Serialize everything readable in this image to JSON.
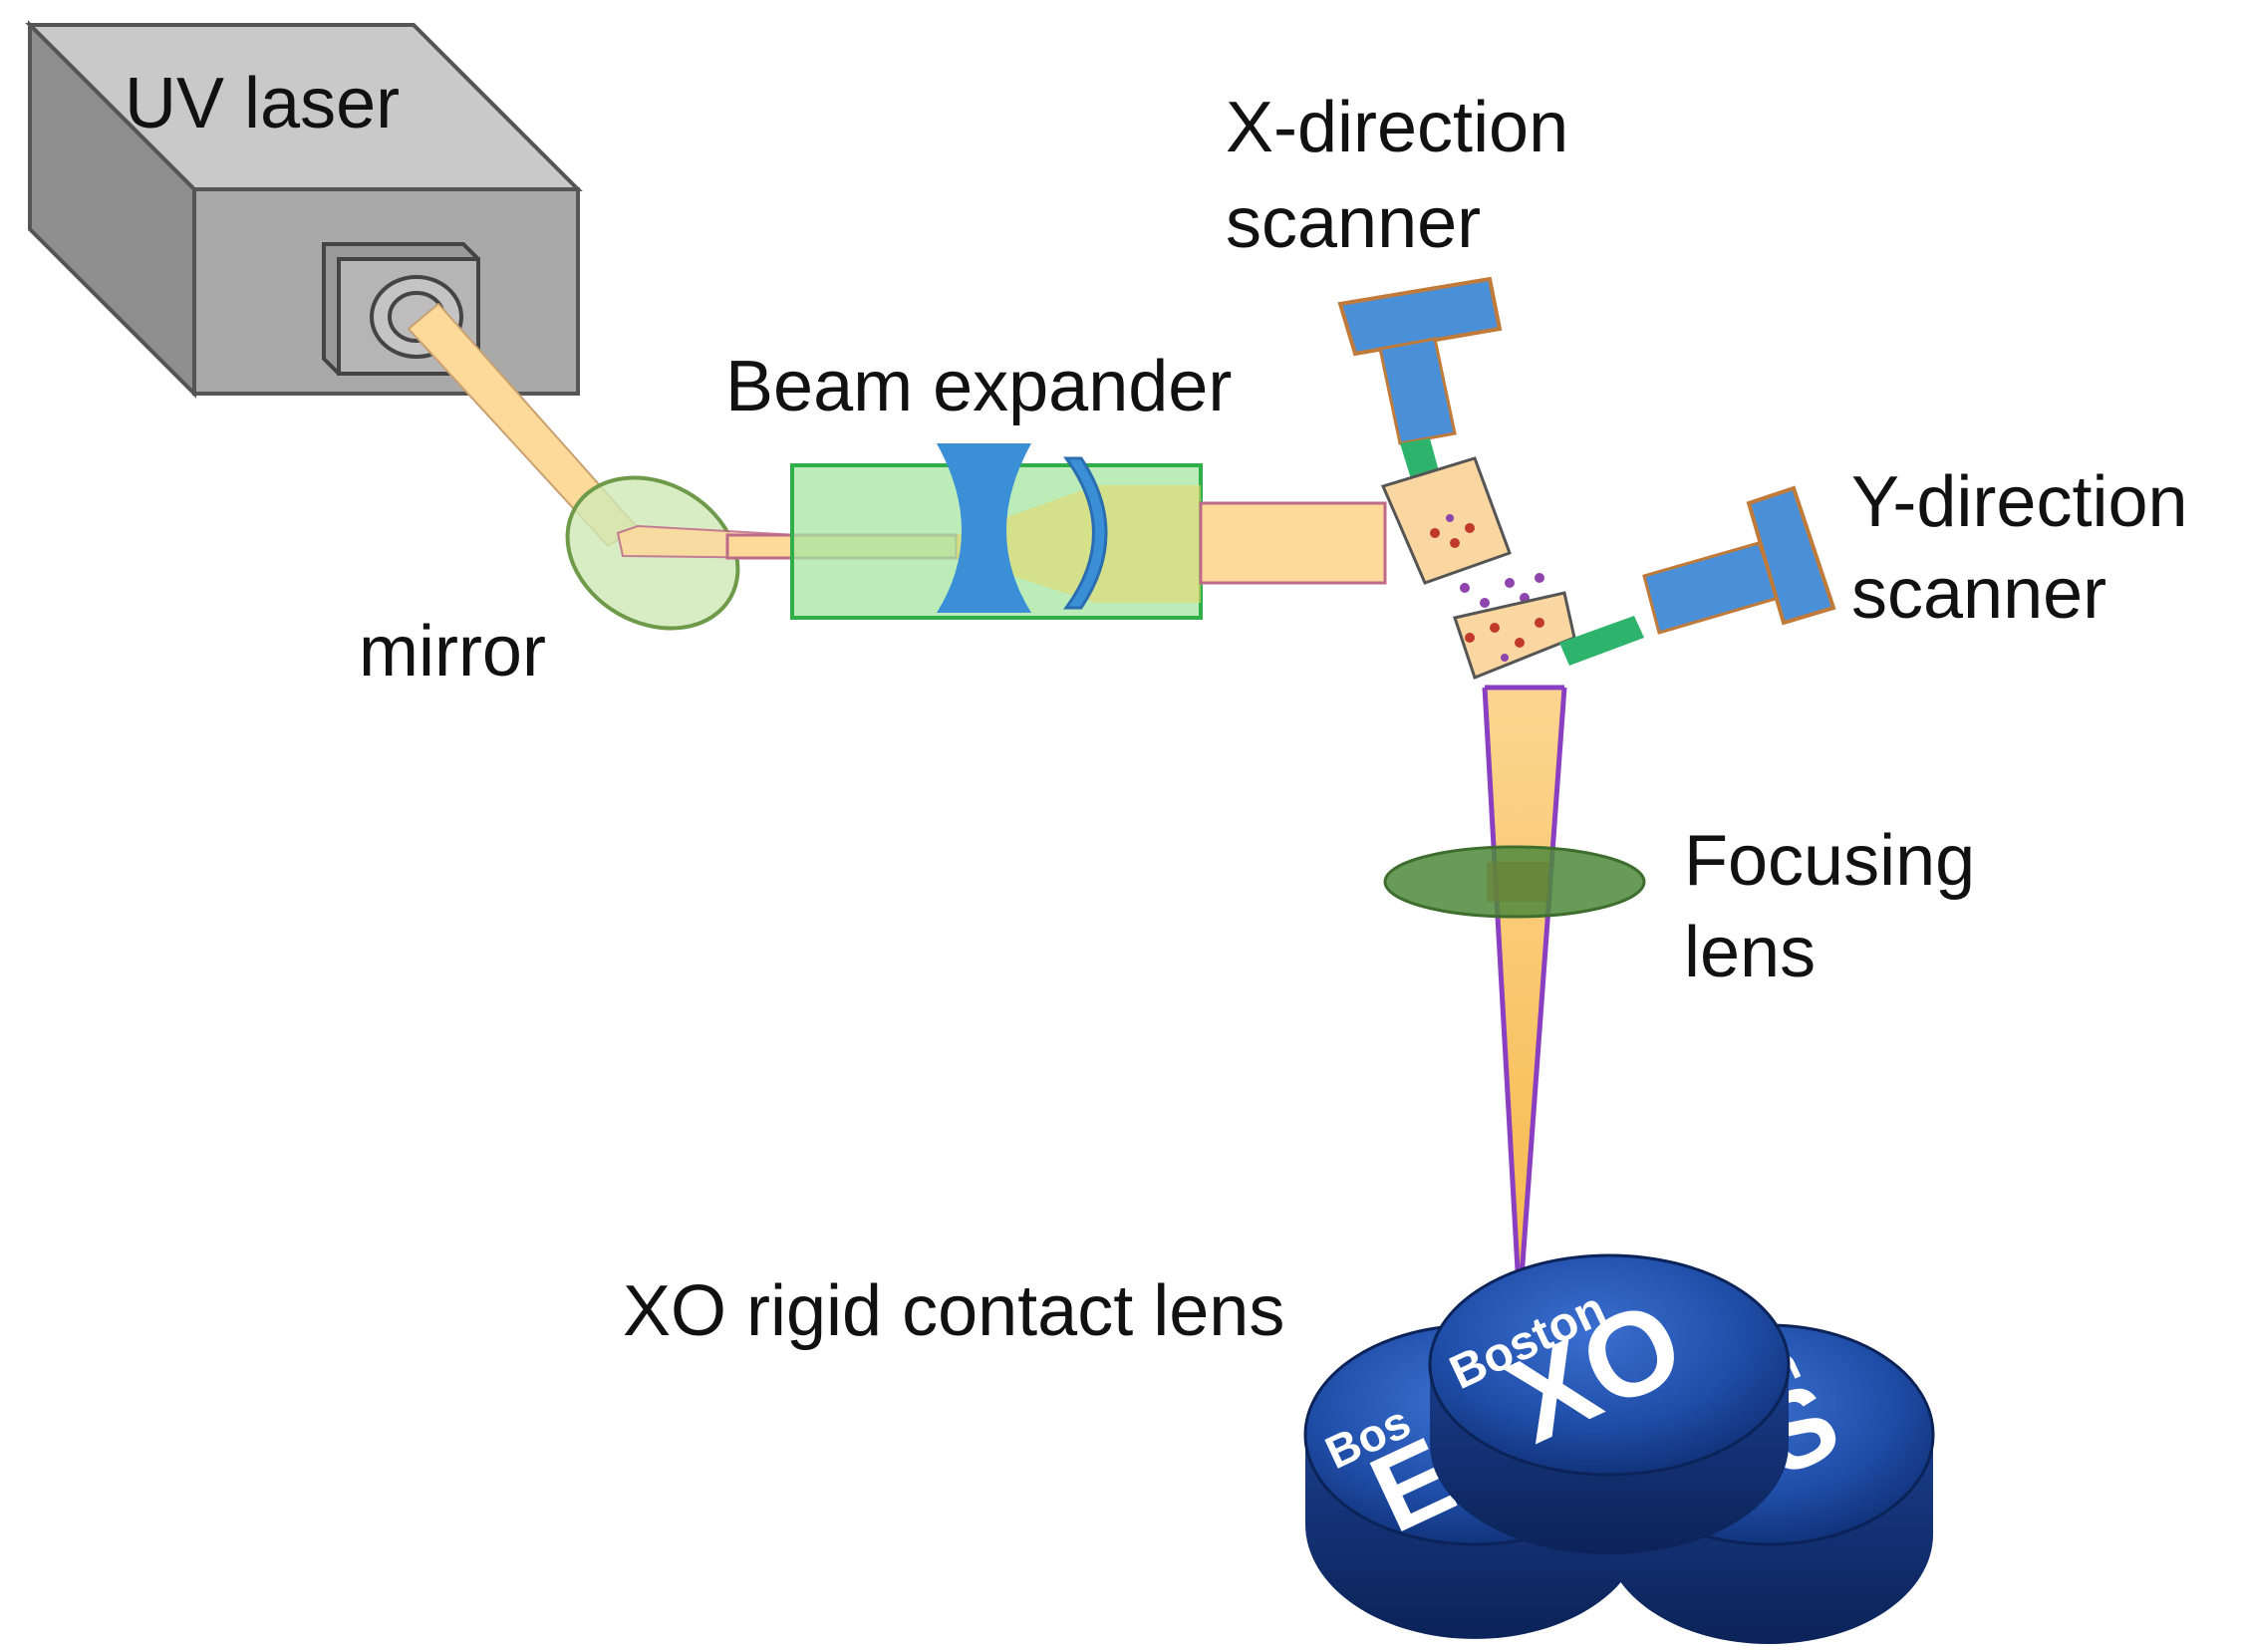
{
  "labels": {
    "uv_laser": "UV laser",
    "mirror": "mirror",
    "beam_expander": "Beam expander",
    "x_scanner_line1": "X-direction",
    "x_scanner_line2": "scanner",
    "y_scanner_line1": "Y-direction",
    "y_scanner_line2": "scanner",
    "focusing_line1": "Focusing",
    "focusing_line2": "lens",
    "xo_lens": "XO rigid contact lens"
  },
  "pucks": {
    "left_brand": "Bos",
    "left_code": "E",
    "center_brand": "Boston",
    "center_code": "XO",
    "right_brand": "ton",
    "right_code": "ES"
  },
  "colors": {
    "laser_box": "#a9a9a9",
    "beam": "#fdd99a",
    "beam_outline": "#c06a8a",
    "expander_fill": "#a6e6a0",
    "expander_border": "#2fae4a",
    "lens_blue": "#3a8fd6",
    "mirror_green": "#cfe9b5",
    "focusing_lens": "#4e8a3b",
    "scanner_blue": "#4a90d9",
    "scanner_shaft": "#2db36b",
    "focus_beam_edge": "#8a3ec2",
    "puck_blue": "#1b3f8f"
  }
}
